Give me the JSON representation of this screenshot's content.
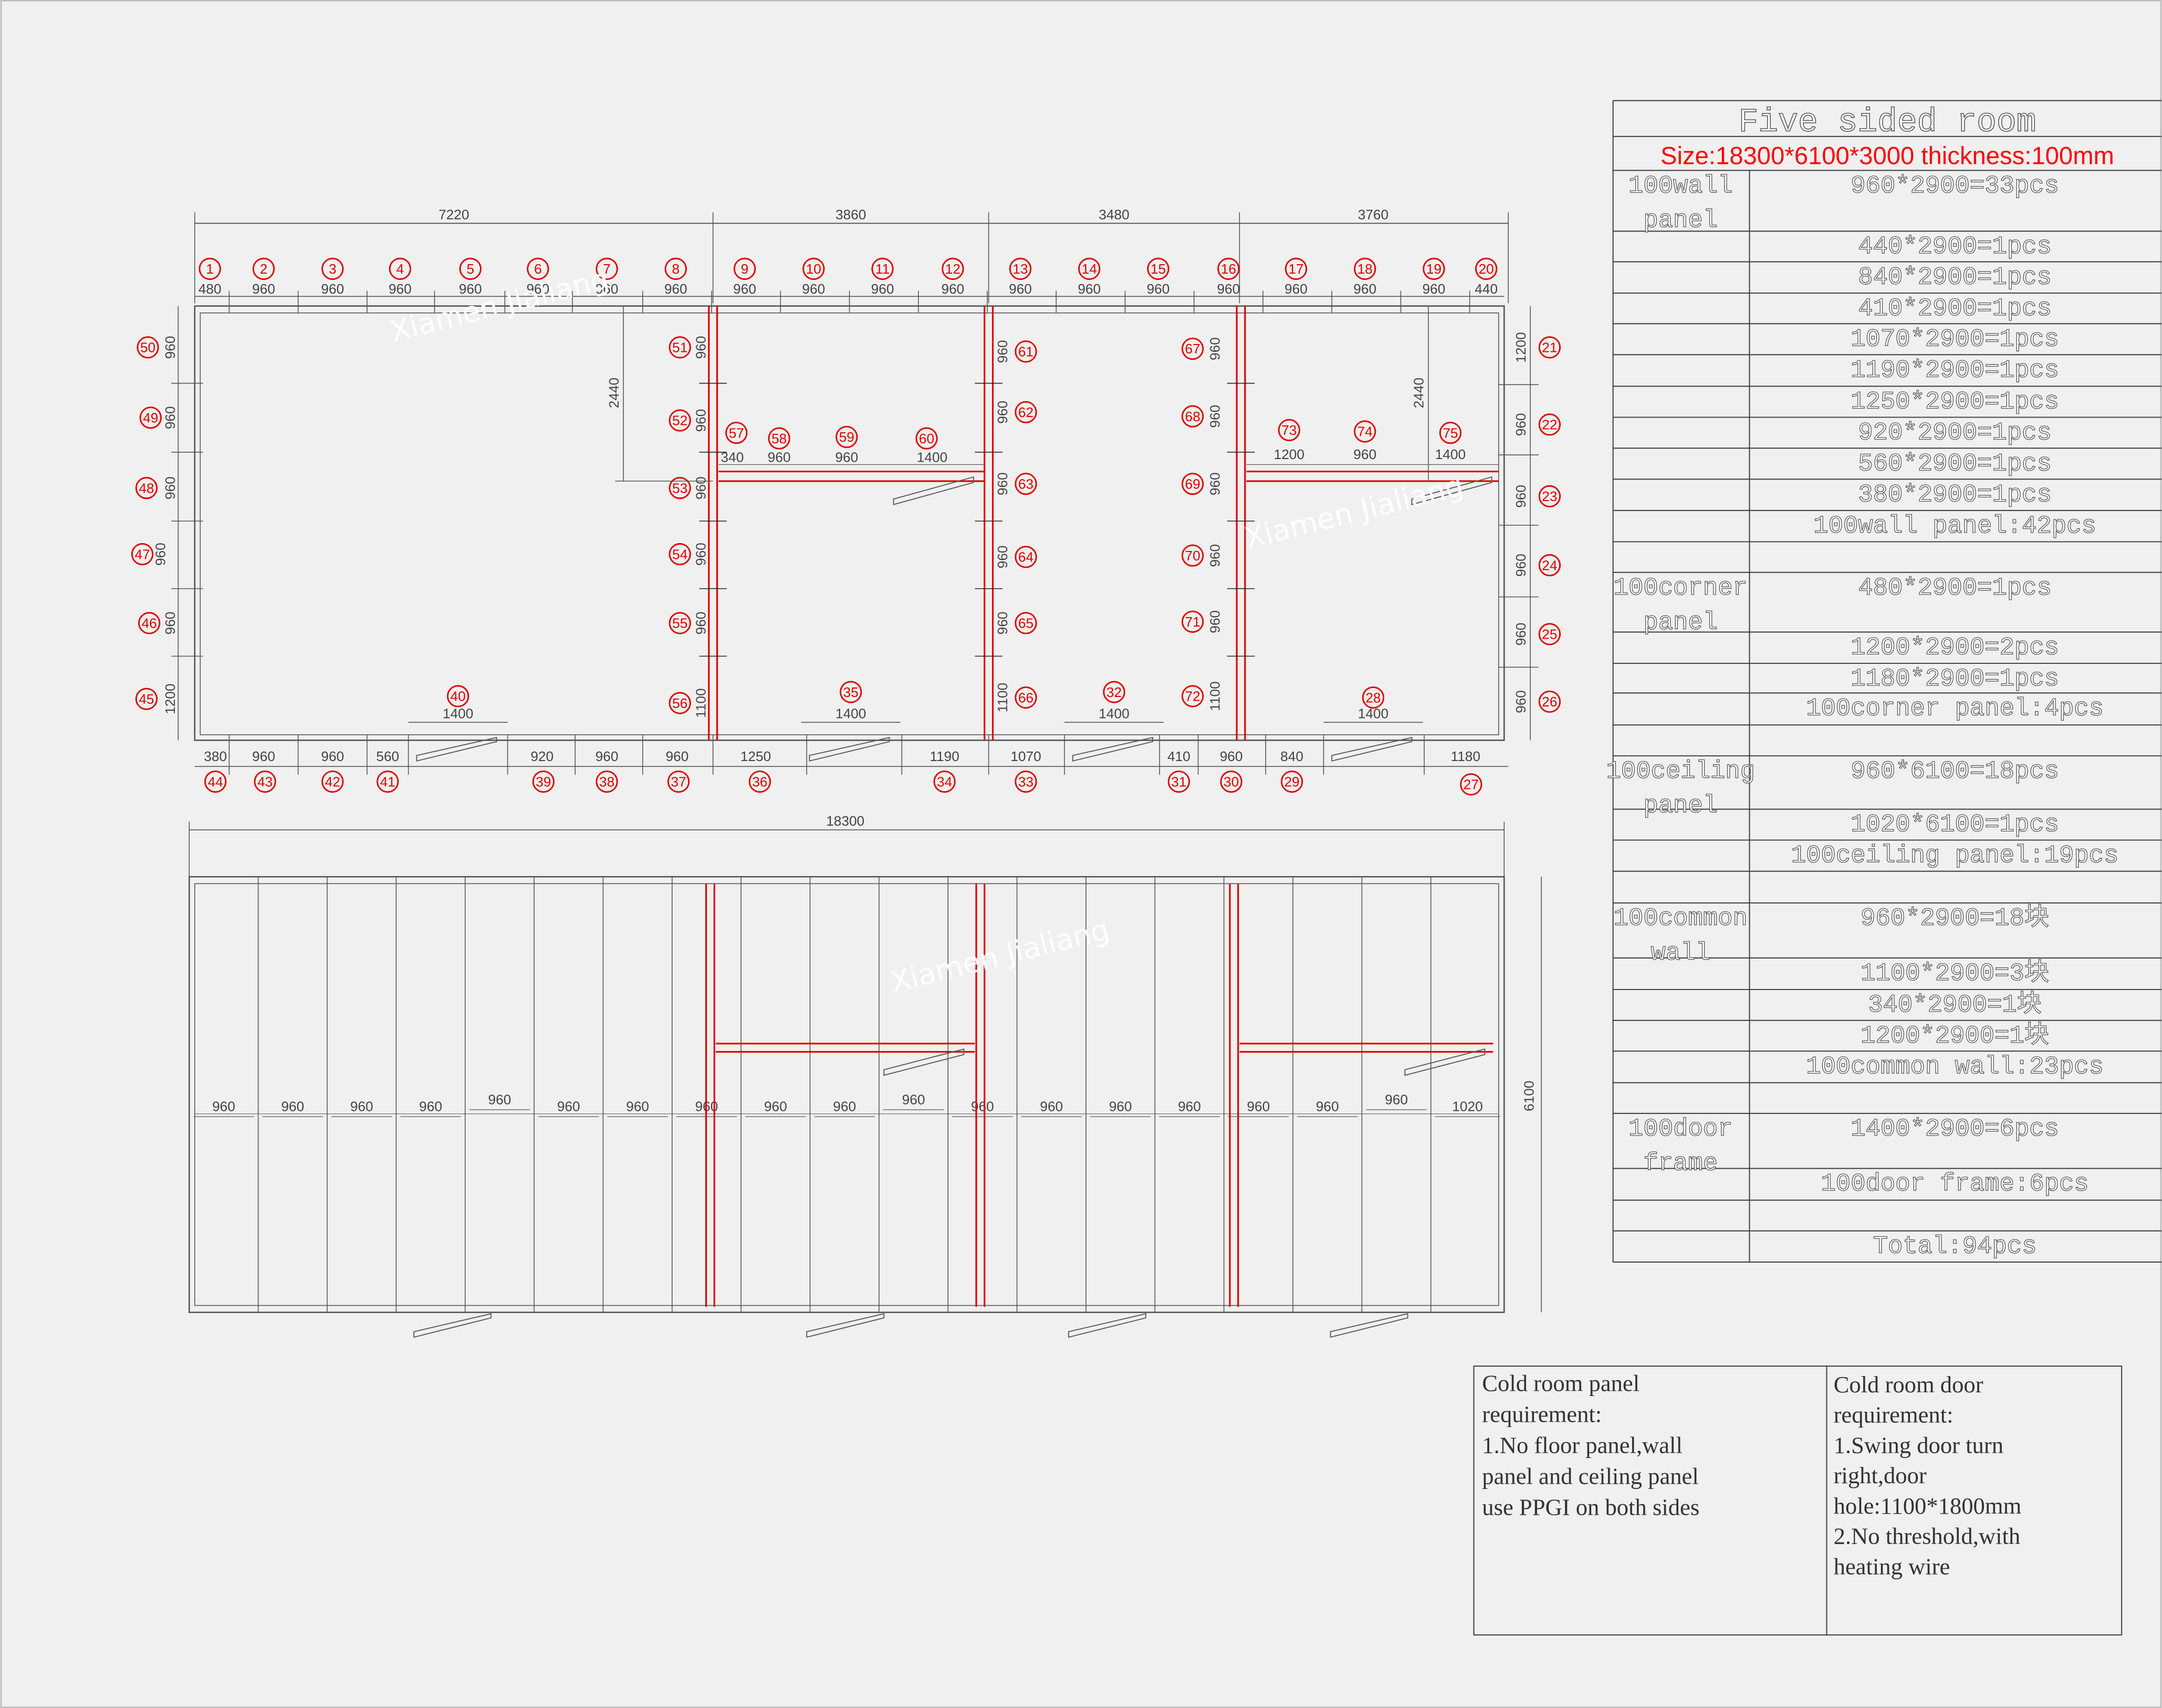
{
  "watermark": "Xiamen Jialiang",
  "colors": {
    "marker": "#e00000",
    "partition": "#e00000",
    "lines": "#555555",
    "background": "#eff0ef"
  },
  "plan": {
    "section_dims": [
      "7220",
      "3860",
      "3480",
      "3760"
    ],
    "top_wall": [
      {
        "n": "1",
        "dim": "480"
      },
      {
        "n": "2",
        "dim": "960"
      },
      {
        "n": "3",
        "dim": "960"
      },
      {
        "n": "4",
        "dim": "960"
      },
      {
        "n": "5",
        "dim": "960"
      },
      {
        "n": "6",
        "dim": "960"
      },
      {
        "n": "7",
        "dim": "960"
      },
      {
        "n": "8",
        "dim": "960"
      },
      {
        "n": "9",
        "dim": "960"
      },
      {
        "n": "10",
        "dim": "960"
      },
      {
        "n": "11",
        "dim": "960"
      },
      {
        "n": "12",
        "dim": "960"
      },
      {
        "n": "13",
        "dim": "960"
      },
      {
        "n": "14",
        "dim": "960"
      },
      {
        "n": "15",
        "dim": "960"
      },
      {
        "n": "16",
        "dim": "960"
      },
      {
        "n": "17",
        "dim": "960"
      },
      {
        "n": "18",
        "dim": "960"
      },
      {
        "n": "19",
        "dim": "960"
      },
      {
        "n": "20",
        "dim": "440"
      }
    ],
    "right_wall": [
      {
        "n": "21",
        "dim": "1200"
      },
      {
        "n": "22",
        "dim": "960"
      },
      {
        "n": "23",
        "dim": "960"
      },
      {
        "n": "24",
        "dim": "960"
      },
      {
        "n": "25",
        "dim": "960"
      },
      {
        "n": "26",
        "dim": "960"
      }
    ],
    "bottom_wall": [
      {
        "n": "44",
        "dim": "380"
      },
      {
        "n": "43",
        "dim": "960"
      },
      {
        "n": "42",
        "dim": "960"
      },
      {
        "n": "41",
        "dim": "560"
      },
      {
        "n": "39",
        "dim": "920"
      },
      {
        "n": "38",
        "dim": "960"
      },
      {
        "n": "37",
        "dim": "960"
      },
      {
        "n": "36",
        "dim": "1250"
      },
      {
        "n": "34",
        "dim": "1190"
      },
      {
        "n": "33",
        "dim": "1070"
      },
      {
        "n": "31",
        "dim": "410"
      },
      {
        "n": "30",
        "dim": "960"
      },
      {
        "n": "29",
        "dim": "840"
      },
      {
        "n": "27",
        "dim": "1180"
      }
    ],
    "doors": [
      {
        "n": "40",
        "dim": "1400"
      },
      {
        "n": "35",
        "dim": "1400"
      },
      {
        "n": "32",
        "dim": "1400"
      },
      {
        "n": "28",
        "dim": "1400"
      }
    ],
    "left_wall": [
      {
        "n": "50",
        "dim": "960"
      },
      {
        "n": "49",
        "dim": "960"
      },
      {
        "n": "48",
        "dim": "960"
      },
      {
        "n": "47",
        "dim": "960"
      },
      {
        "n": "46",
        "dim": "960"
      },
      {
        "n": "45",
        "dim": "1200"
      }
    ],
    "partition_1": [
      {
        "n": "51",
        "dim": "960"
      },
      {
        "n": "52",
        "dim": "960"
      },
      {
        "n": "53",
        "dim": "960"
      },
      {
        "n": "54",
        "dim": "960"
      },
      {
        "n": "55",
        "dim": "960"
      },
      {
        "n": "56",
        "dim": "1100"
      }
    ],
    "partition_2": [
      {
        "n": "61",
        "dim": "960"
      },
      {
        "n": "62",
        "dim": "960"
      },
      {
        "n": "63",
        "dim": "960"
      },
      {
        "n": "64",
        "dim": "960"
      },
      {
        "n": "65",
        "dim": "960"
      },
      {
        "n": "66",
        "dim": "1100"
      }
    ],
    "partition_3": [
      {
        "n": "67",
        "dim": "960"
      },
      {
        "n": "68",
        "dim": "960"
      },
      {
        "n": "69",
        "dim": "960"
      },
      {
        "n": "70",
        "dim": "960"
      },
      {
        "n": "71",
        "dim": "960"
      },
      {
        "n": "72",
        "dim": "1100"
      }
    ],
    "inner_wall_room2": [
      {
        "n": "57",
        "dim": "340"
      },
      {
        "n": "58",
        "dim": "960"
      },
      {
        "n": "59",
        "dim": "960"
      },
      {
        "n": "60",
        "dim": "1400"
      }
    ],
    "inner_wall_room4": [
      {
        "n": "73",
        "dim": "1200"
      },
      {
        "n": "74",
        "dim": "960"
      },
      {
        "n": "75",
        "dim": "1400"
      }
    ],
    "height_dims": [
      "2440",
      "2440"
    ]
  },
  "ceiling": {
    "total_length": "18300",
    "width": "6100",
    "panels": [
      "960",
      "960",
      "960",
      "960",
      "960",
      "960",
      "960",
      "960",
      "960",
      "960",
      "960",
      "960",
      "960",
      "960",
      "960",
      "960",
      "960",
      "960",
      "1020"
    ]
  },
  "table": {
    "title": "Five sided room",
    "size_line": "Size:18300*6100*3000  thickness:100mm",
    "rows": [
      {
        "label": "100wall panel",
        "value": "960*2900=33pcs"
      },
      {
        "label": "",
        "value": "440*2900=1pcs"
      },
      {
        "label": "",
        "value": "840*2900=1pcs"
      },
      {
        "label": "",
        "value": "410*2900=1pcs"
      },
      {
        "label": "",
        "value": "1070*2900=1pcs"
      },
      {
        "label": "",
        "value": "1190*2900=1pcs"
      },
      {
        "label": "",
        "value": "1250*2900=1pcs"
      },
      {
        "label": "",
        "value": "920*2900=1pcs"
      },
      {
        "label": "",
        "value": "560*2900=1pcs"
      },
      {
        "label": "",
        "value": "380*2900=1pcs"
      },
      {
        "label": "",
        "value": "100wall panel:42pcs"
      },
      {
        "label": "",
        "value": ""
      },
      {
        "label": "100corner panel",
        "value": "480*2900=1pcs"
      },
      {
        "label": "",
        "value": "1200*2900=2pcs"
      },
      {
        "label": "",
        "value": "1180*2900=1pcs"
      },
      {
        "label": "",
        "value": "100corner panel:4pcs"
      },
      {
        "label": "",
        "value": ""
      },
      {
        "label": "100ceiling panel",
        "value": "960*6100=18pcs"
      },
      {
        "label": "",
        "value": "1020*6100=1pcs"
      },
      {
        "label": "",
        "value": "100ceiling panel:19pcs"
      },
      {
        "label": "",
        "value": ""
      },
      {
        "label": "100common wall",
        "value": "960*2900=18块"
      },
      {
        "label": "",
        "value": "1100*2900=3块"
      },
      {
        "label": "",
        "value": "340*2900=1块"
      },
      {
        "label": "",
        "value": "1200*2900=1块"
      },
      {
        "label": "",
        "value": "100common wall:23pcs"
      },
      {
        "label": "",
        "value": ""
      },
      {
        "label": "100door frame",
        "value": "1400*2900=6pcs"
      },
      {
        "label": "",
        "value": "100door frame:6pcs"
      },
      {
        "label": "",
        "value": ""
      },
      {
        "label": "",
        "value": "Total:94pcs"
      }
    ]
  },
  "notes": {
    "panel_requirement": [
      "Cold room panel",
      "requirement:",
      "1.No floor panel,wall",
      "panel and ceiling panel",
      "use PPGI on both sides"
    ],
    "door_requirement": [
      "Cold room door",
      "requirement:",
      "1.Swing door turn",
      "right,door",
      "hole:1100*1800mm",
      "2.No threshold,with",
      "heating wire"
    ]
  }
}
